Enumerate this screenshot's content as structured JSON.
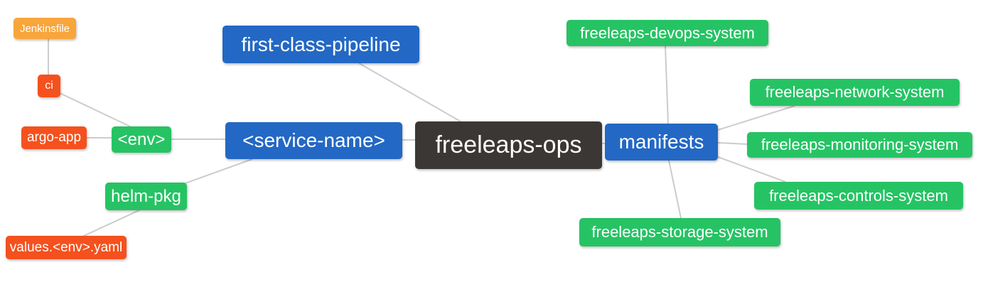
{
  "palette": {
    "blue": "#2368c4",
    "green": "#26c364",
    "orange": "#f8a53b",
    "red": "#f4511e",
    "dark": "#3b3735",
    "line": "#cccccc",
    "text": "#ffffff",
    "background": "#ffffff"
  },
  "nodes": {
    "jenkinsfile": {
      "label": "Jenkinsfile",
      "color": "orange"
    },
    "ci": {
      "label": "ci",
      "color": "red"
    },
    "argo_app": {
      "label": "argo-app",
      "color": "red"
    },
    "env": {
      "label": "<env>",
      "color": "green"
    },
    "helm_pkg": {
      "label": "helm-pkg",
      "color": "green"
    },
    "values_env_yaml": {
      "label": "values.<env>.yaml",
      "color": "red"
    },
    "first_class_pipeline": {
      "label": "first-class-pipeline",
      "color": "blue"
    },
    "service_name": {
      "label": "<service-name>",
      "color": "blue"
    },
    "freeleaps_ops": {
      "label": "freeleaps-ops",
      "color": "dark"
    },
    "manifests": {
      "label": "manifests",
      "color": "blue"
    },
    "devops_system": {
      "label": "freeleaps-devops-system",
      "color": "green"
    },
    "network_system": {
      "label": "freeleaps-network-system",
      "color": "green"
    },
    "monitoring_system": {
      "label": "freeleaps-monitoring-system",
      "color": "green"
    },
    "controls_system": {
      "label": "freeleaps-controls-system",
      "color": "green"
    },
    "storage_system": {
      "label": "freeleaps-storage-system",
      "color": "green"
    }
  },
  "edges": [
    {
      "from": "jenkinsfile",
      "to": "ci"
    },
    {
      "from": "ci",
      "to": "env"
    },
    {
      "from": "argo_app",
      "to": "env"
    },
    {
      "from": "env",
      "to": "service_name"
    },
    {
      "from": "service_name",
      "to": "helm_pkg"
    },
    {
      "from": "helm_pkg",
      "to": "values_env_yaml"
    },
    {
      "from": "service_name",
      "to": "freeleaps_ops"
    },
    {
      "from": "first_class_pipeline",
      "to": "freeleaps_ops"
    },
    {
      "from": "freeleaps_ops",
      "to": "manifests"
    },
    {
      "from": "manifests",
      "to": "devops_system"
    },
    {
      "from": "manifests",
      "to": "network_system"
    },
    {
      "from": "manifests",
      "to": "monitoring_system"
    },
    {
      "from": "manifests",
      "to": "controls_system"
    },
    {
      "from": "manifests",
      "to": "storage_system"
    }
  ]
}
